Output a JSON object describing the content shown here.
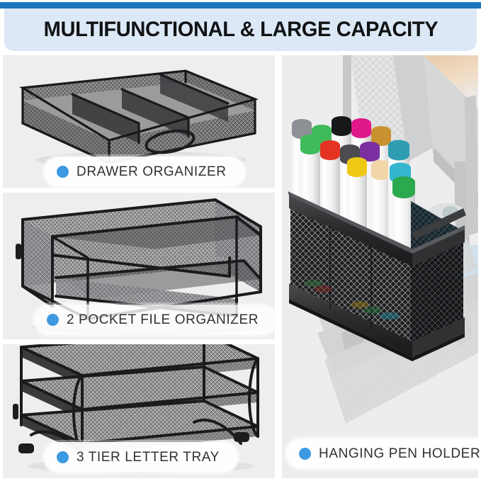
{
  "header": {
    "title": "MULTIFUNCTIONAL & LARGE CAPACITY",
    "bar_color": "#1b76bc",
    "panel_color": "#dce8f6",
    "title_color": "#111214"
  },
  "theme": {
    "accent_dot": "#3d9ae2",
    "panel_bg": "#eeeeee",
    "page_bg": "#ffffff",
    "label_text": "#2f3133",
    "product_black": "#2b2c2e"
  },
  "panels": [
    {
      "id": "drawer-organizer",
      "label": "DRAWER ORGANIZER",
      "icon": "bullet-dot-icon",
      "product": "black mesh drawer organizer tray with dividers and oval handle"
    },
    {
      "id": "file-organizer",
      "label": "2 POCKET FILE ORGANIZER",
      "icon": "bullet-dot-icon",
      "product": "black mesh two pocket slanted file organizer with wire frame"
    },
    {
      "id": "letter-tray",
      "label": "3 TIER LETTER TRAY",
      "icon": "bullet-dot-icon",
      "product": "black mesh three tier stacking letter tray"
    },
    {
      "id": "pen-holder",
      "label": "HANGING PEN HOLDER",
      "icon": "bullet-dot-icon",
      "product": "black mesh hanging pen holder filled with white markers on a grey mesh panel"
    }
  ],
  "marker_caps": [
    "#8d9094",
    "#3fbb5a",
    "#17181a",
    "#e0198b",
    "#e43323",
    "#c9922f",
    "#4a4c4f",
    "#7b2fa0",
    "#edc915",
    "#2e9db2",
    "#f2d6a8",
    "#35b6cf",
    "#2aa94f"
  ]
}
